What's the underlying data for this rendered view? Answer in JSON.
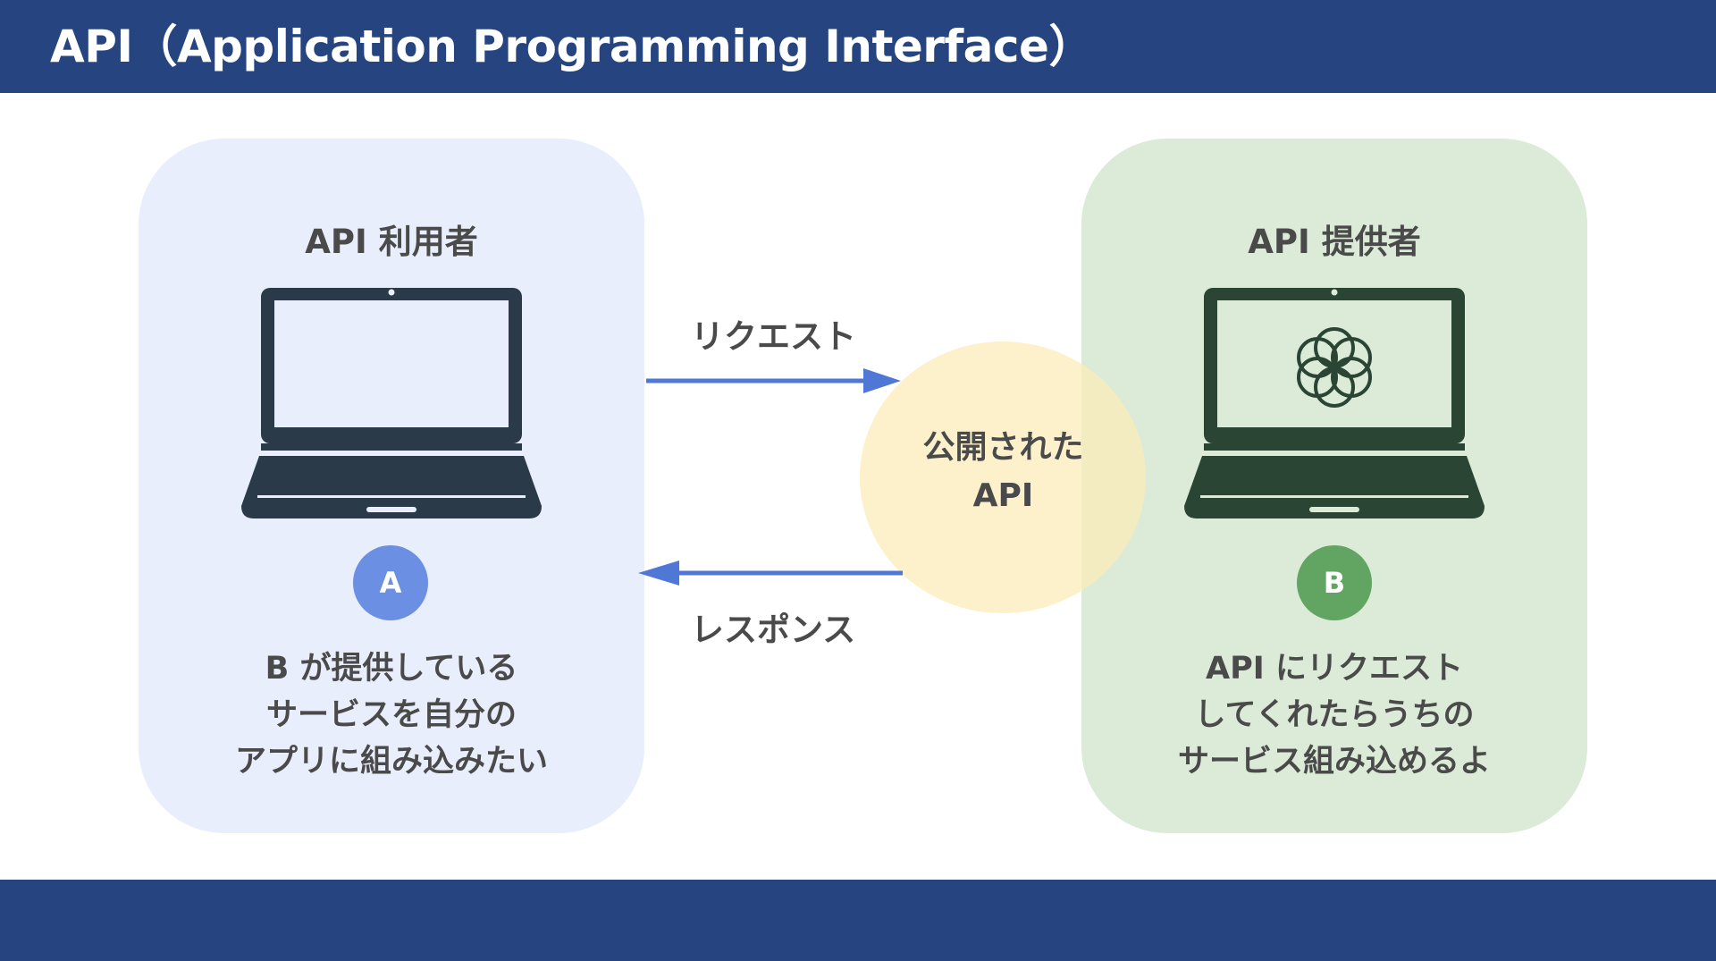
{
  "header": {
    "title": "API（Application Programming Interface）"
  },
  "consumer": {
    "title": "API 利用者",
    "badge": "A",
    "caption_lines": [
      "B が提供している",
      "サービスを自分の",
      "アプリに組み込みたい"
    ]
  },
  "provider": {
    "title": "API 提供者",
    "badge": "B",
    "caption_lines": [
      "API にリクエスト",
      "してくれたらうちの",
      "サービス組み込めるよ"
    ]
  },
  "center": {
    "lines": [
      "公開された",
      "API"
    ]
  },
  "flows": {
    "request_label": "リクエスト",
    "response_label": "レスポンス"
  },
  "icons": {
    "consumer_device": "laptop-icon",
    "provider_device": "laptop-icon",
    "provider_logo": "flower-logo-icon"
  },
  "colors": {
    "header_bar": "#264480",
    "consumer_panel": "#e8eefb",
    "provider_panel": "#dcebd8",
    "api_circle": "#fcecb8",
    "arrow": "#4f78d6",
    "badge_a": "#6b8fe3",
    "badge_b": "#62a563",
    "laptop_consumer": "#2a3a48",
    "laptop_provider": "#2b4535"
  }
}
